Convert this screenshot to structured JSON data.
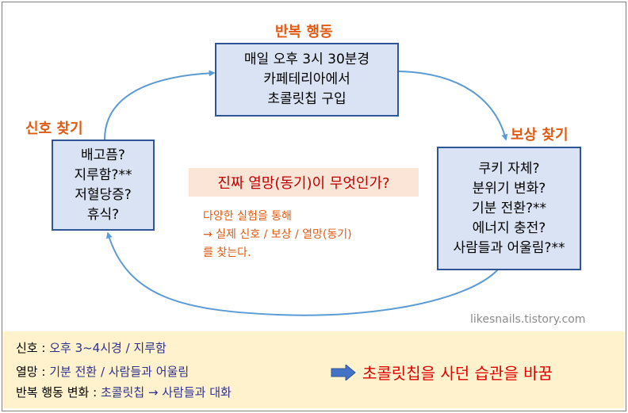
{
  "headers": {
    "routine": "반복 행동",
    "reward": "보상 찾기",
    "cue": "신호 찾기"
  },
  "routine_box": {
    "lines": [
      "매일 오후 3시 30분경",
      "카페테리아에서",
      "초콜릿칩 구입"
    ]
  },
  "reward_box": {
    "lines": [
      "쿠키 자체?",
      "분위기 변화?",
      "기분 전환?**",
      "에너지 충전?",
      "사람들과 어울림?**"
    ]
  },
  "cue_box": {
    "lines": [
      "배고픔?",
      "지루함?**",
      "저혈당증?",
      "휴식?"
    ]
  },
  "center": {
    "question": "진짜 열망(동기)이 무엇인가?",
    "note_lines": [
      "다양한 실험을 통해",
      "→ 실제 신호 / 보상 / 열망(동기)",
      "를 찾는다."
    ]
  },
  "watermark": "likesnails.tistory.com",
  "summary": {
    "rows": [
      {
        "label": "신호 : ",
        "value": "오후 3~4시경 / 지루함"
      },
      {
        "label": "열망 : ",
        "value": "기분 전환 / 사람들과 어울림"
      },
      {
        "label": "반복 행동 변화 : ",
        "value": "초콜릿칩 → 사람들과 대화"
      }
    ],
    "conclusion": "초콜릿칩을 사던 습관을 바꿈"
  },
  "colors": {
    "header_orange": "#e05a12",
    "box_fill": "#dae3f3",
    "box_border": "#2f5597",
    "arrow_blue": "#5b9bd5",
    "question_bg": "#fbe5d6",
    "question_text": "#c00000",
    "summary_bg": "#fff2cc",
    "summary_value": "#2e3192",
    "conclusion_red": "#e00000"
  }
}
